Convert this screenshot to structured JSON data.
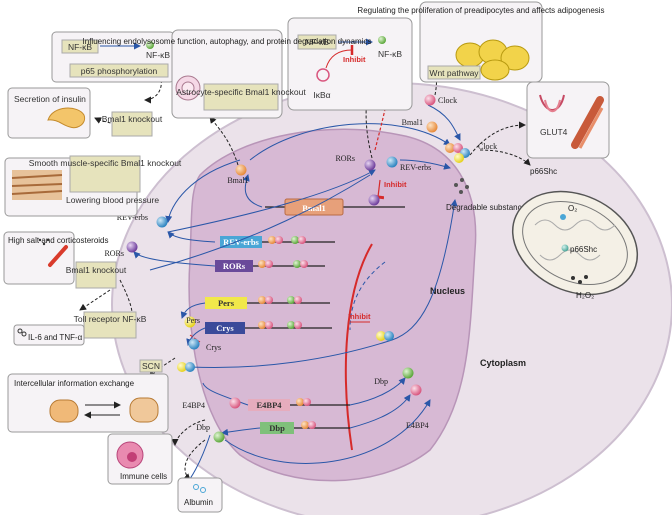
{
  "labels": {
    "nfkb_box": "NF-κB",
    "nfkb_out": "NF-κB",
    "p65": "p65 phosphorylation",
    "insulin": "Secretion of insulin",
    "bmal1_ko_1": "Bmal1 knockout",
    "endo": "Influencing endolysosome function, autophagy, and protein degradation dynamics",
    "astro": "Astrocyte-specific Bmal1 knockout",
    "nfkb_top": "NF-κB",
    "nfkb_top_out": "NF-κB",
    "ikba": "IκBα",
    "inhibit_top": "Inhibit",
    "preadipo": "Regulating the proliferation of preadipocytes and affects adipogenesis",
    "wnt": "Wnt pathway",
    "clock_1": "Clock",
    "clock_2": "Clock",
    "bmal1_right": "Bmal1",
    "glut4": "GLUT4",
    "smooth": "Smooth muscle-specific Bmal1 knockout",
    "lower_bp": "Lowering blood pressure",
    "bmal1_left": "Bmal1",
    "rors_top": "RORs",
    "revcerbs_top": "REV-erbs",
    "inhibit_mid": "Inhibit",
    "p66shc_1": "p66Shc",
    "p66shc_2": "p66Shc",
    "o2": "O₂",
    "h2o2": "H₂O₂",
    "degradable": "Degradable substance",
    "revcerbs_left": "REV-erbs",
    "rors_left": "RORs",
    "highsalt": "High salt and corticosteroids",
    "bmal1_ko_2": "Bmal1 knockout",
    "gene_bmal1": "Bmal1",
    "gene_revcerbs": "REV-erbs",
    "gene_rors": "RORs",
    "gene_pers": "Pers",
    "gene_crys": "Crys",
    "gene_e4bp4": "E4BP4",
    "gene_dbp": "Dbp",
    "nucleus": "Nucleus",
    "cytoplasm": "Cytoplasm",
    "inhibit_nuc": "Inhibit",
    "pers": "Pers",
    "crys": "Crys",
    "toll": "Toll receptor NF-κB",
    "il6": "IL-6 and TNF-α",
    "scn": "SCN",
    "interc": "Intercellular information exchange",
    "e4bp4_left": "E4BP4",
    "dbp_left": "Dbp",
    "immune": "Immune cells",
    "albumin": "Albumin",
    "dbp_right": "Dbp",
    "e4bp4_right": "E4BP4"
  },
  "colors": {
    "nucleus": "#d9bcd6",
    "cell": "#e8dfe8",
    "gene_bmal1": "#e7a07a",
    "gene_revcerbs": "#4aa6d6",
    "gene_rors": "#6a4a9a",
    "gene_pers": "#f1e84a",
    "gene_crys": "#3a4a9a",
    "gene_e4bp4": "#e6acbd",
    "gene_dbp": "#7fc07a",
    "label_box": "#e6e3bc",
    "arrow_blue": "#2a57a8",
    "arrow_red": "#d62a2a"
  }
}
